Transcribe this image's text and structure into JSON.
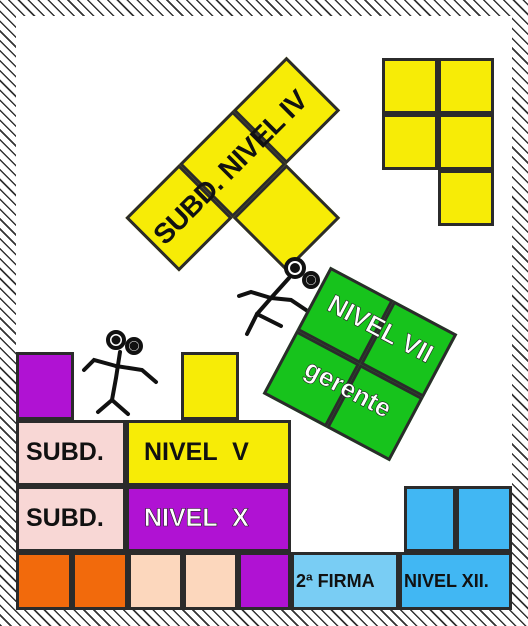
{
  "colors": {
    "yellow": "#f7ec06",
    "purple": "#b012d3",
    "pink": "#f8d7d5",
    "orange": "#f26a0c",
    "peach": "#fcd7bd",
    "blue": "#41b7f3",
    "light_blue": "#79cdf4",
    "green": "#17c31c",
    "outline": "#2b2b2b"
  },
  "blocks": {
    "subd_nivel_iv": "SUBD. NIVEL IV",
    "nivel_vii": "NIVEL VII",
    "gerente": "gerente"
  },
  "rows": {
    "row1": {
      "left": "SUBD.",
      "right": "NIVEL V"
    },
    "row2": {
      "left": "SUBD.",
      "right": "NIVEL X"
    },
    "row3": {
      "left": "2ª FIRMA",
      "right": "NIVEL XII."
    }
  },
  "icons": [
    "stick-figure-icon",
    "stick-figure-icon",
    "hatched-frame"
  ]
}
